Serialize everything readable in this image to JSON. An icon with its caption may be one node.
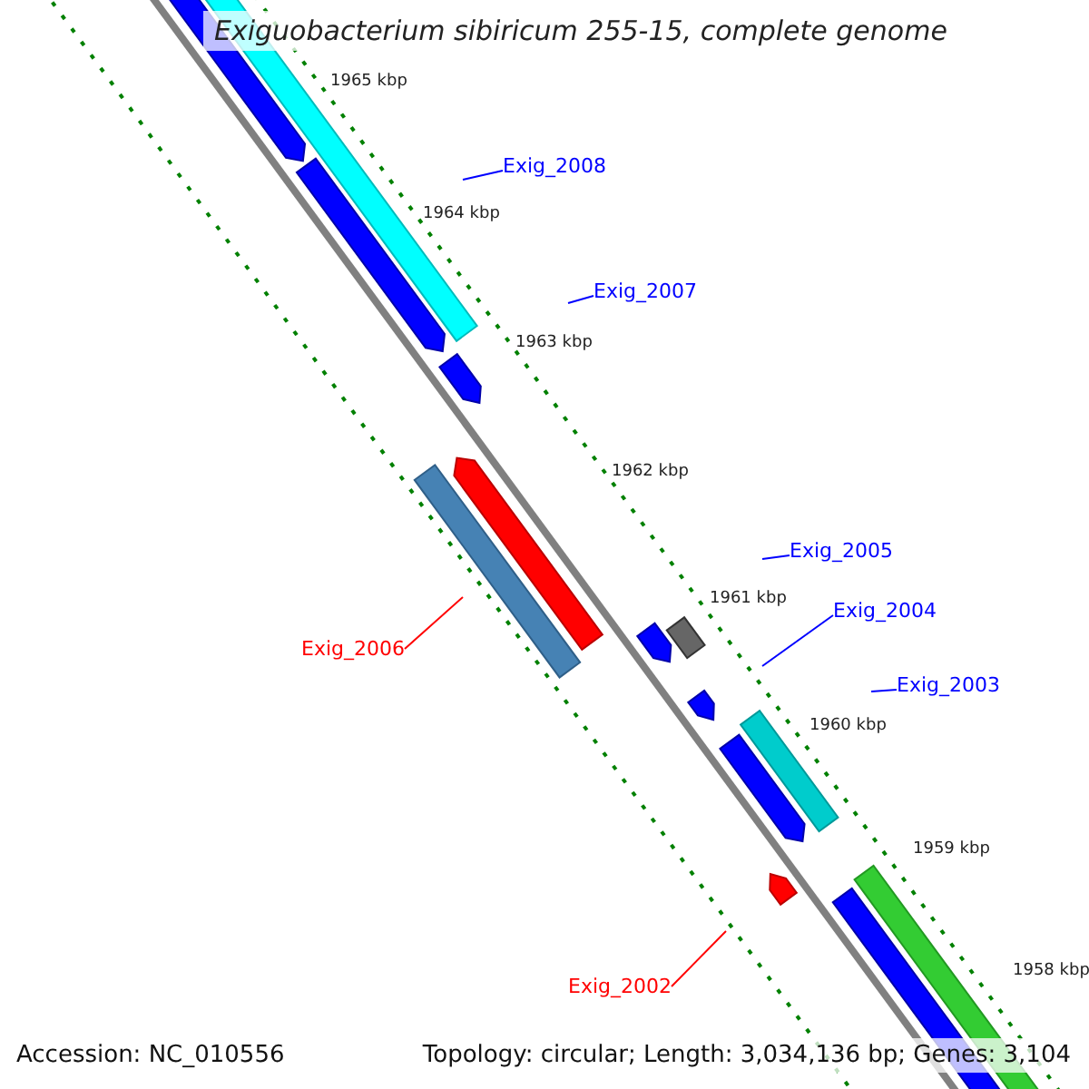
{
  "diagram": {
    "title": "Exiguobacterium sibiricum 255-15, complete genome",
    "nodes": [
      {
        "text": [
          "Exig_2008"
        ]
      },
      {
        "text": [
          "Exig_2007"
        ]
      },
      {
        "text": [
          "Exig_2005"
        ]
      },
      {
        "text": [
          "Exig_2004"
        ]
      },
      {
        "text": [
          "Exig_2006"
        ]
      },
      {
        "text": [
          "Exig_2003"
        ]
      },
      {
        "text": [
          "Exig_2002"
        ]
      }
    ],
    "edges": [
      {
        "from": 0,
        "to": null,
        "arrow": "none"
      },
      {
        "from": 1,
        "to": null,
        "arrow": "none"
      },
      {
        "from": 2,
        "to": null,
        "arrow": "none"
      },
      {
        "from": 3,
        "to": null,
        "arrow": "none"
      },
      {
        "from": 4,
        "to": null,
        "arrow": "none",
        "color": "#ff0000"
      },
      {
        "from": 5,
        "to": null,
        "arrow": "none"
      },
      {
        "from": 6,
        "to": null,
        "arrow": "none",
        "color": "#ff0000"
      }
    ],
    "labels": [
      "1965 kbp",
      "1964 kbp",
      "1963 kbp",
      "1962 kbp",
      "1961 kbp",
      "1960 kbp",
      "1959 kbp",
      "1958 kbp",
      "Accession: NC_010556",
      "Topology: circular; Length: 3,034,136 bp; Genes: 3,104"
    ]
  }
}
